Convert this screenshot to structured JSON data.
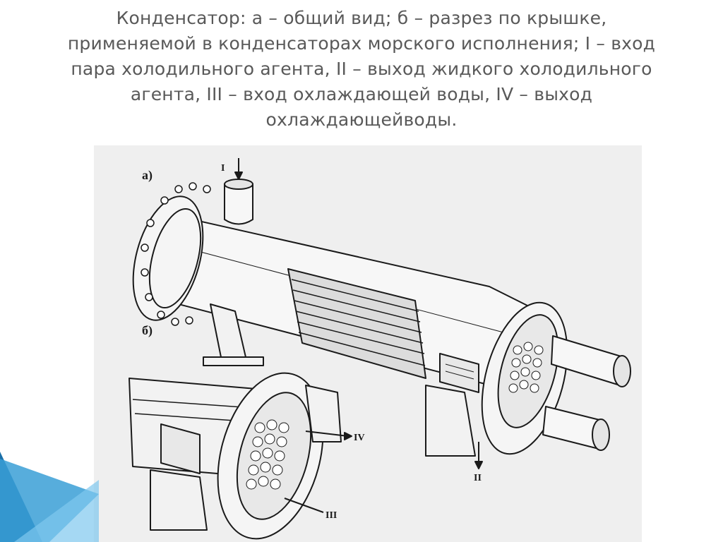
{
  "slide": {
    "title_lines": [
      "Конденсатор: а – общий вид; б – разрез по крышке,",
      "применяемой в конденсаторах морского исполнения; I – вход",
      "пара холодильного агента, II – выход жидкого холодильного",
      "агента, III – вход охлаждающей воды, IV – выход",
      "охлаждающейводы."
    ]
  },
  "figure": {
    "label_a": "а)",
    "label_b": "б)",
    "marker_I": "I",
    "marker_II": "II",
    "marker_III": "III",
    "marker_IV": "IV"
  },
  "theme": {
    "corner_colors": [
      "#1a6fa8",
      "#3a9fd6",
      "#7fc8ee"
    ]
  }
}
